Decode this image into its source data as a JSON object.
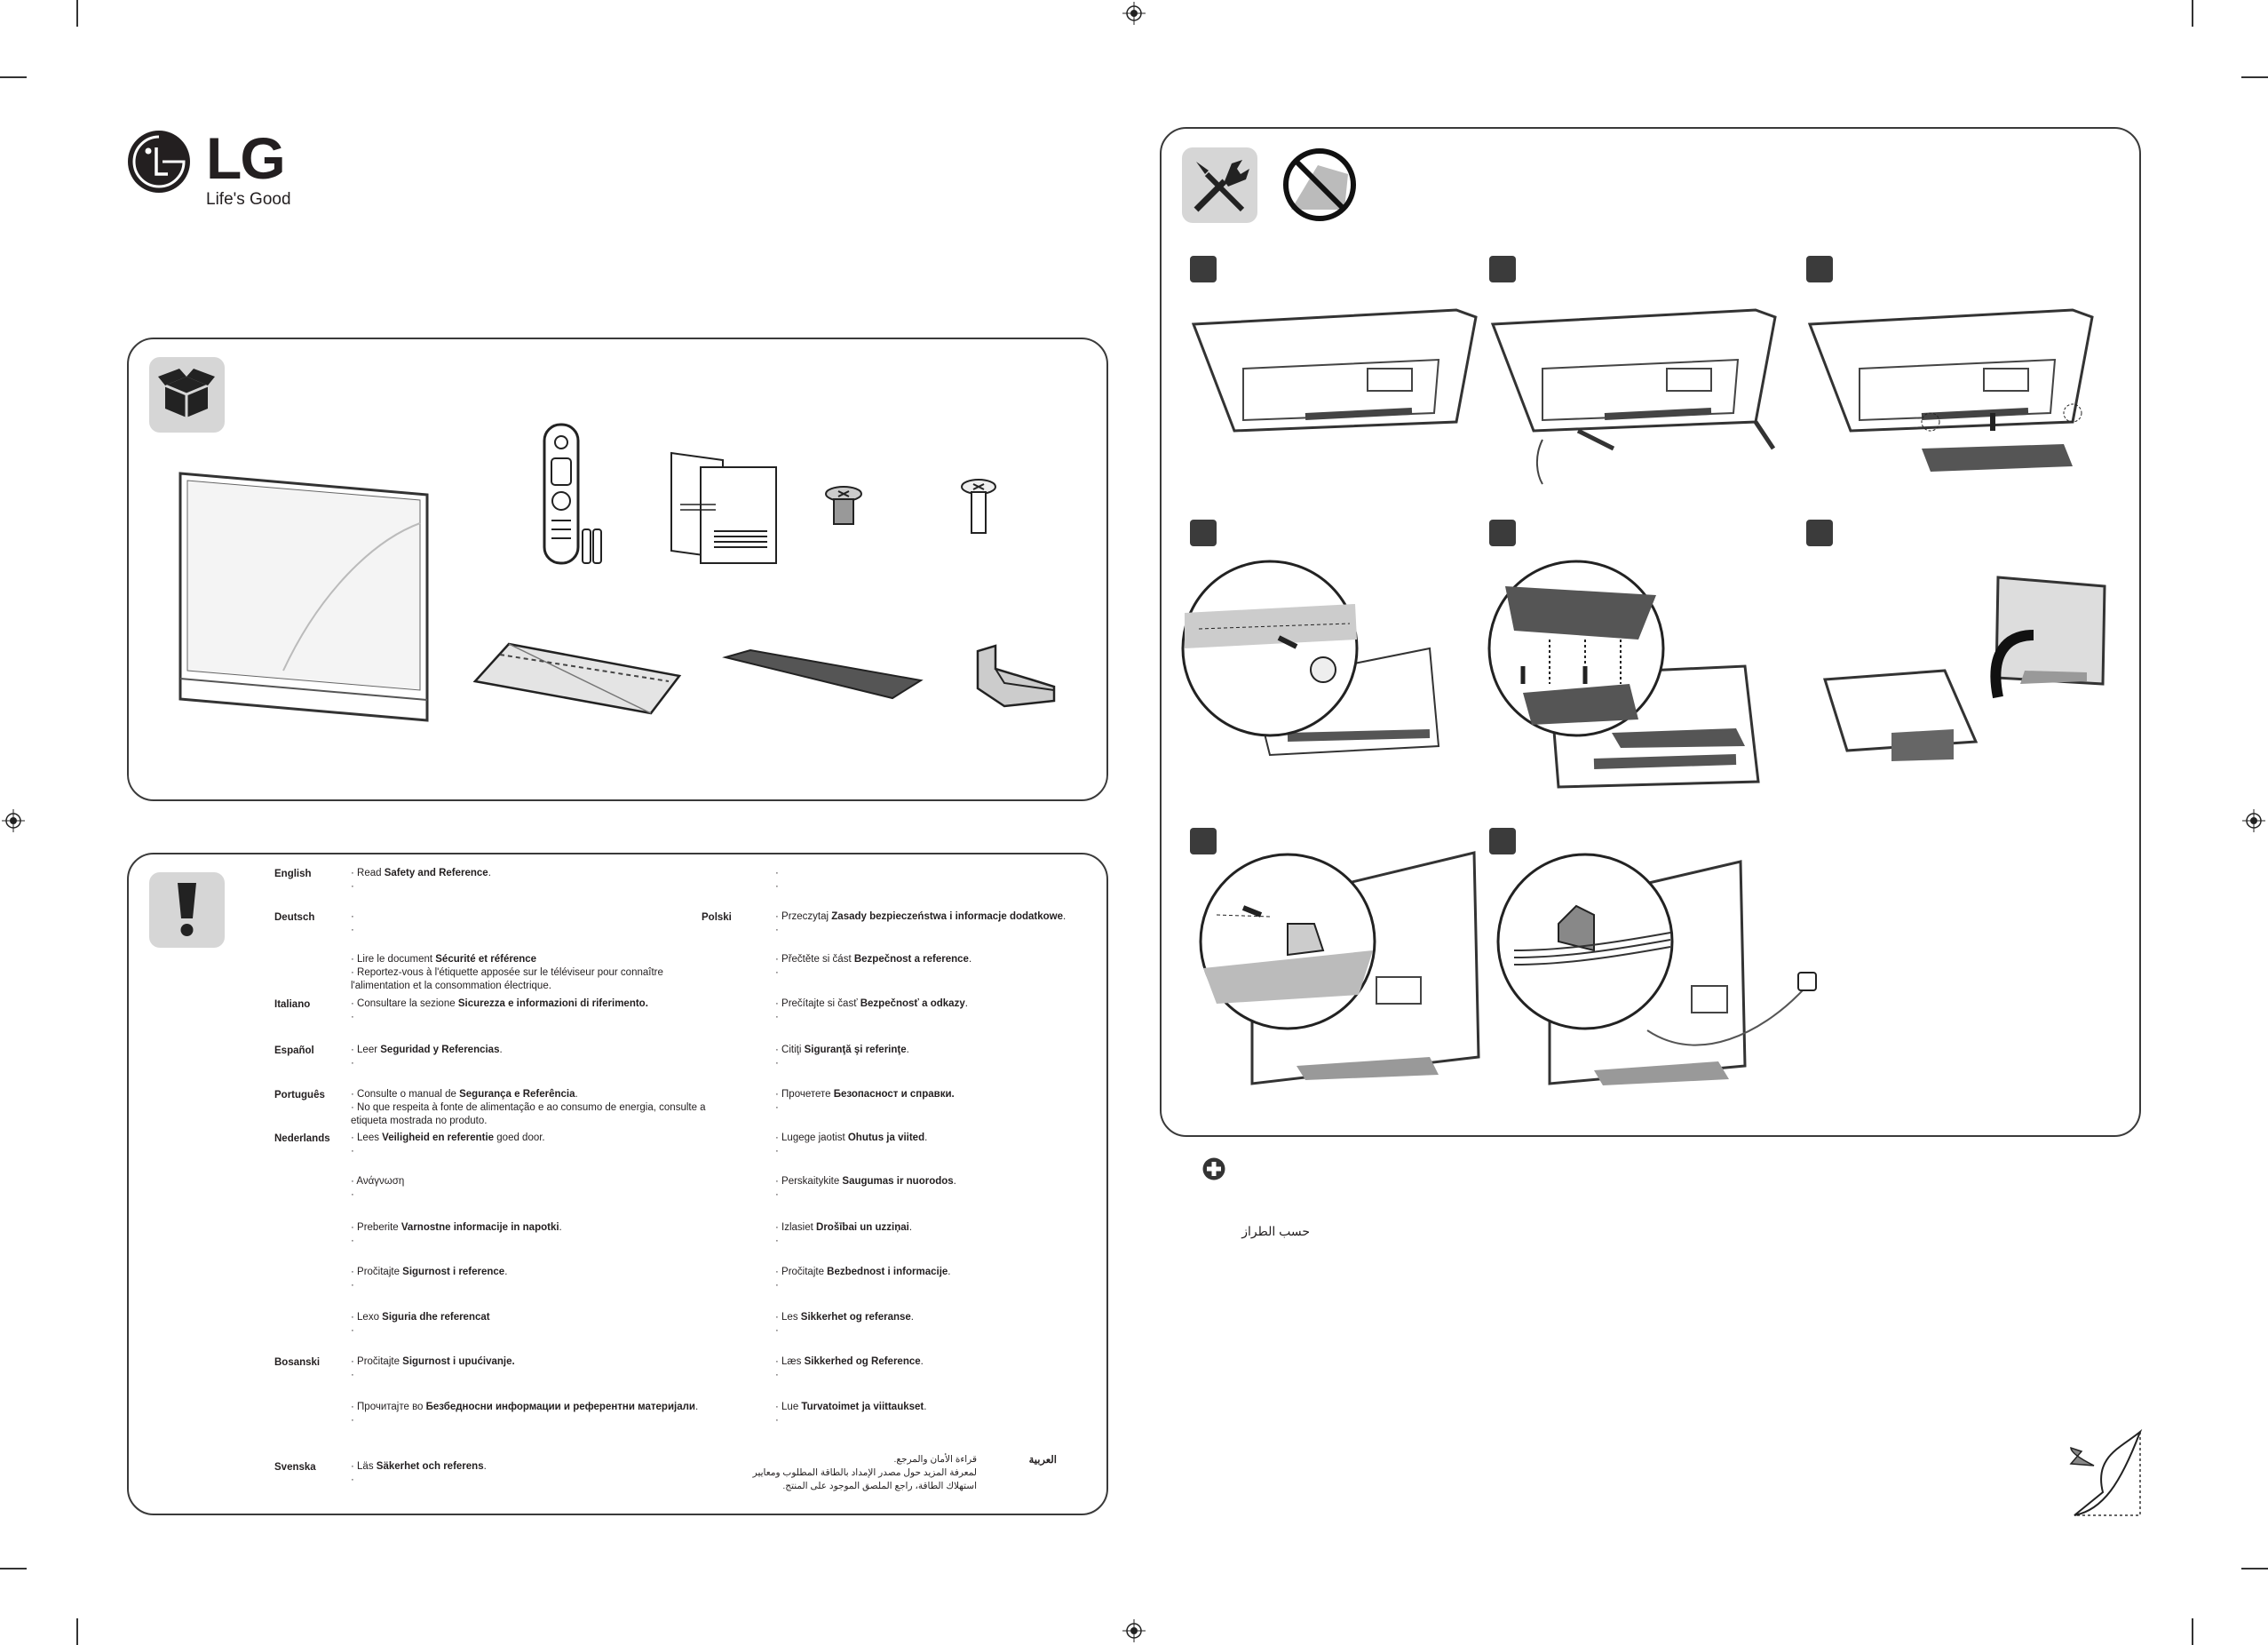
{
  "logo": {
    "brand": "LG",
    "tagline": "Life's Good"
  },
  "note": {
    "arabic_model_note": "حسب الطراز"
  },
  "languages_left": [
    {
      "label": "English",
      "bullets": [
        {
          "pre": "Read ",
          "bold": "Safety and Reference",
          "post": "."
        },
        {
          "pre": "",
          "bold": "",
          "post": ""
        }
      ]
    },
    {
      "label": "Deutsch",
      "bullets": [
        {
          "pre": "",
          "bold": "",
          "post": ""
        },
        {
          "pre": "",
          "bold": "",
          "post": ""
        }
      ]
    },
    {
      "label": "",
      "bullets": [
        {
          "pre": "Lire le document ",
          "bold": "Sécurité et référence",
          "post": ""
        },
        {
          "pre": "Reportez-vous à l'étiquette apposée sur le téléviseur pour connaître l'alimentation et la consommation électrique.",
          "bold": "",
          "post": ""
        }
      ]
    },
    {
      "label": "Italiano",
      "bullets": [
        {
          "pre": "Consultare la sezione ",
          "bold": "Sicurezza e informazioni di riferimento.",
          "post": ""
        },
        {
          "pre": "",
          "bold": "",
          "post": ""
        }
      ]
    },
    {
      "label": "Español",
      "bullets": [
        {
          "pre": "Leer ",
          "bold": "Seguridad y Referencias",
          "post": "."
        },
        {
          "pre": "",
          "bold": "",
          "post": ""
        }
      ]
    },
    {
      "label": "Português",
      "bullets": [
        {
          "pre": "Consulte o manual de ",
          "bold": "Segurança e Referência",
          "post": "."
        },
        {
          "pre": "No que respeita à fonte de alimentação e ao consumo de energia, consulte a etiqueta mostrada no produto.",
          "bold": "",
          "post": ""
        }
      ]
    },
    {
      "label": "Nederlands",
      "bullets": [
        {
          "pre": "Lees ",
          "bold": "Veiligheid en referentie",
          "post": " goed door."
        },
        {
          "pre": "",
          "bold": "",
          "post": ""
        }
      ]
    },
    {
      "label": "",
      "bullets": [
        {
          "pre": "Ανάγνωση",
          "bold": "",
          "post": ""
        },
        {
          "pre": "",
          "bold": "",
          "post": ""
        }
      ]
    },
    {
      "label": "",
      "bullets": [
        {
          "pre": "Preberite ",
          "bold": "Varnostne informacije in napotki",
          "post": "."
        },
        {
          "pre": "",
          "bold": "",
          "post": ""
        }
      ]
    },
    {
      "label": "",
      "bullets": [
        {
          "pre": "Pročitajte ",
          "bold": "Sigurnost i reference",
          "post": "."
        },
        {
          "pre": "",
          "bold": "",
          "post": ""
        }
      ]
    },
    {
      "label": "",
      "bullets": [
        {
          "pre": "Lexo ",
          "bold": "Siguria dhe referencat",
          "post": ""
        },
        {
          "pre": "",
          "bold": "",
          "post": ""
        }
      ]
    },
    {
      "label": "Bosanski",
      "bullets": [
        {
          "pre": "Pročitajte ",
          "bold": "Sigurnost i upućivanje.",
          "post": ""
        },
        {
          "pre": "",
          "bold": "",
          "post": ""
        }
      ]
    },
    {
      "label": "",
      "bullets": [
        {
          "pre": "Прочитајте во ",
          "bold": "Безбедносни информации и референтни материјали",
          "post": "."
        },
        {
          "pre": "",
          "bold": "",
          "post": ""
        }
      ]
    },
    {
      "label": "Svenska",
      "bullets": [
        {
          "pre": "Läs ",
          "bold": "Säkerhet och referens",
          "post": "."
        },
        {
          "pre": "",
          "bold": "",
          "post": ""
        }
      ]
    }
  ],
  "languages_right": [
    {
      "label": "",
      "bullets": [
        {
          "pre": "",
          "bold": "",
          "post": ""
        },
        {
          "pre": "",
          "bold": "",
          "post": ""
        }
      ]
    },
    {
      "label": "Polski",
      "bullets": [
        {
          "pre": "Przeczytaj ",
          "bold": "Zasady bezpieczeństwa i informacje dodatkowe",
          "post": "."
        },
        {
          "pre": "",
          "bold": "",
          "post": ""
        }
      ]
    },
    {
      "label": "",
      "bullets": [
        {
          "pre": "Přečtěte si část ",
          "bold": "Bezpečnost a reference",
          "post": "."
        },
        {
          "pre": "",
          "bold": "",
          "post": ""
        }
      ]
    },
    {
      "label": "",
      "bullets": [
        {
          "pre": "Prečítajte si časť ",
          "bold": "Bezpečnosť a odkazy",
          "post": "."
        },
        {
          "pre": "",
          "bold": "",
          "post": ""
        }
      ]
    },
    {
      "label": "",
      "bullets": [
        {
          "pre": "Citiţi ",
          "bold": "Siguranţă şi referinţe",
          "post": "."
        },
        {
          "pre": "",
          "bold": "",
          "post": ""
        }
      ]
    },
    {
      "label": "",
      "bullets": [
        {
          "pre": "Прочетете ",
          "bold": "Безопасност и справки.",
          "post": ""
        },
        {
          "pre": "",
          "bold": "",
          "post": ""
        }
      ]
    },
    {
      "label": "",
      "bullets": [
        {
          "pre": "Lugege jaotist ",
          "bold": "Ohutus ja viited",
          "post": "."
        },
        {
          "pre": "",
          "bold": "",
          "post": ""
        }
      ]
    },
    {
      "label": "",
      "bullets": [
        {
          "pre": "Perskaitykite ",
          "bold": "Saugumas ir nuorodos",
          "post": "."
        },
        {
          "pre": "",
          "bold": "",
          "post": ""
        }
      ]
    },
    {
      "label": "",
      "bullets": [
        {
          "pre": "Izlasiet ",
          "bold": "Drošībai un uzziņai",
          "post": "."
        },
        {
          "pre": "",
          "bold": "",
          "post": ""
        }
      ]
    },
    {
      "label": "",
      "bullets": [
        {
          "pre": "Pročitajte ",
          "bold": "Bezbednost i informacije",
          "post": "."
        },
        {
          "pre": "",
          "bold": "",
          "post": ""
        }
      ]
    },
    {
      "label": "",
      "bullets": [
        {
          "pre": "Les ",
          "bold": "Sikkerhet og referanse",
          "post": "."
        },
        {
          "pre": "",
          "bold": "",
          "post": ""
        }
      ]
    },
    {
      "label": "",
      "bullets": [
        {
          "pre": "Læs ",
          "bold": "Sikkerhed og Reference",
          "post": "."
        },
        {
          "pre": "",
          "bold": "",
          "post": ""
        }
      ]
    },
    {
      "label": "",
      "bullets": [
        {
          "pre": "Lue ",
          "bold": "Turvatoimet ja viittaukset",
          "post": "."
        },
        {
          "pre": "",
          "bold": "",
          "post": ""
        }
      ]
    }
  ],
  "arabic": {
    "label": "العربية",
    "bullets": [
      "قراءة الأمان والمرجع.",
      "لمعرفة المزيد حول مصدر الإمداد بالطاقة المطلوب ومعايير استهلاك الطاقة، راجع الملصق الموجود على المنتج."
    ]
  }
}
